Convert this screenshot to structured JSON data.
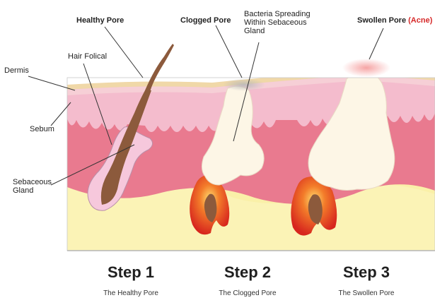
{
  "labels": {
    "healthy_pore": "Healthy Pore",
    "clogged_pore": "Clogged Pore",
    "bacteria": [
      "Bacteria Spreading",
      "Within Sebaceous",
      "Gland"
    ],
    "swollen_pore": "Swollen Pore",
    "acne": "(Acne)",
    "hair_folical": "Hair Folical",
    "dermis": "Dermis",
    "sebum": "Sebum",
    "sebaceous_gland": [
      "Sebaceous",
      "Gland"
    ]
  },
  "steps": [
    {
      "title": "Step 1",
      "subtitle": "The Healthy Pore"
    },
    {
      "title": "Step 2",
      "subtitle": "The Clogged Pore"
    },
    {
      "title": "Step 3",
      "subtitle": "The Swollen Pore"
    }
  ],
  "colors": {
    "epidermis": "#f0d8a8",
    "dermis_pink": "#f4bccd",
    "dermis_red": "#e97a8f",
    "fat_yellow": "#faf0a8",
    "sebum_white": "#fdf6e6",
    "inflammation": "#d7261e",
    "hair_brown": "#8c5a3c"
  }
}
